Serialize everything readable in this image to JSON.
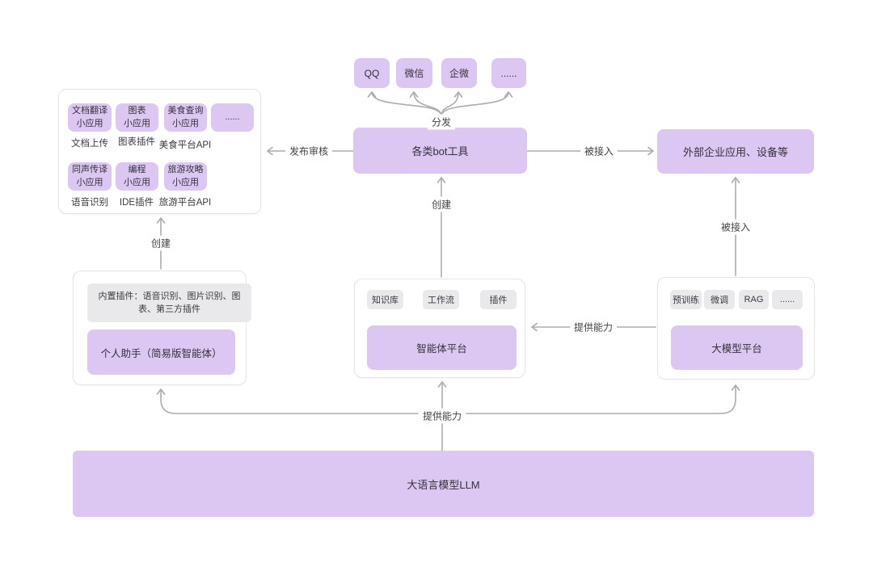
{
  "colors": {
    "purple": "#dcc6f2",
    "chip_gray": "#e9e8ea",
    "arrow": "#acacb2",
    "border": "#e5e4e8"
  },
  "channels": {
    "items": [
      "QQ",
      "微信",
      "企微",
      "......"
    ]
  },
  "bot_tools": {
    "title": "各类bot工具"
  },
  "external": {
    "title": "外部企业应用、设备等"
  },
  "mini_apps": {
    "row1": {
      "cards": [
        "文档翻译\n小应用",
        "图表\n小应用",
        "美食查询\n小应用",
        "......"
      ],
      "captions": [
        "文档上传",
        "图表插件",
        "美食平台API"
      ]
    },
    "row2": {
      "cards": [
        "同声传译\n小应用",
        "编程\n小应用",
        "旅游攻略\n小应用"
      ],
      "captions": [
        "语音识别",
        "IDE插件",
        "旅游平台API"
      ]
    }
  },
  "assistant": {
    "plugins": "内置插件：语音识别、图片识别、图表、第三方插件",
    "title": "个人助手（简易版智能体）"
  },
  "agent_platform": {
    "chips": [
      "知识库",
      "工作流",
      "插件"
    ],
    "title": "智能体平台"
  },
  "model_platform": {
    "chips": [
      "预训练",
      "微调",
      "RAG",
      "......"
    ],
    "title": "大模型平台"
  },
  "llm": {
    "title": "大语言模型LLM"
  },
  "edge_labels": {
    "distribute": "分发",
    "publish_review": "发布审核",
    "be_integrated_h": "被接入",
    "be_integrated_v": "被接入",
    "create_mid": "创建",
    "create_left": "创建",
    "provide_mid": "提供能力",
    "provide_bottom": "提供能力"
  }
}
